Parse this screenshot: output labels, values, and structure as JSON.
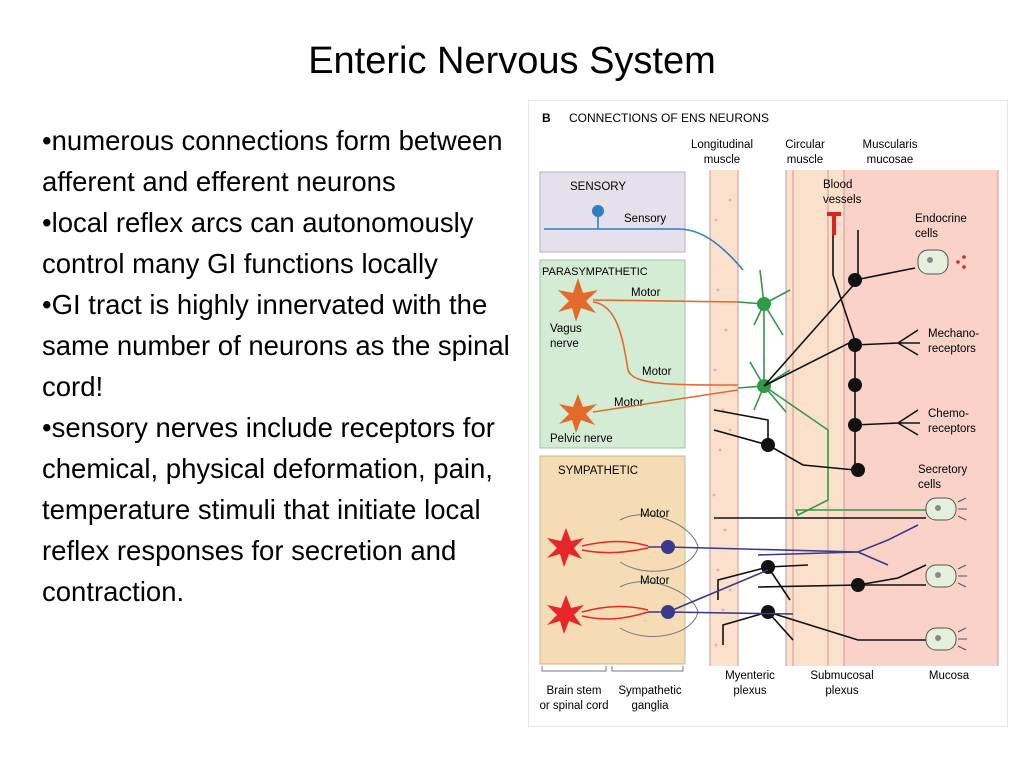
{
  "slide": {
    "title": "Enteric Nervous System",
    "bullets": [
      "•numerous connections form between afferent and efferent neurons",
      "•local reflex arcs can autonomously control many GI functions locally",
      "•GI tract is highly innervated with the same number of neurons as the spinal cord!",
      "•sensory nerves include receptors for chemical, physical deformation, pain, temperature stimuli that initiate local reflex responses for secretion and contraction."
    ]
  },
  "figure": {
    "panel_letter": "B",
    "title": "CONNECTIONS OF ENS NEURONS",
    "columns": {
      "longitudinal": [
        "Longitudinal",
        "muscle"
      ],
      "circular": [
        "Circular",
        "muscle"
      ],
      "muscularis": [
        "Muscularis",
        "mucosae"
      ]
    },
    "sections": {
      "sensory": "SENSORY",
      "parasympathetic": "PARASYMPATHETIC",
      "sympathetic": "SYMPATHETIC"
    },
    "labels": {
      "sensory_neuron": "Sensory",
      "motor": "Motor",
      "vagus": [
        "Vagus",
        "nerve"
      ],
      "pelvic": "Pelvic nerve",
      "blood_vessels": [
        "Blood",
        "vessels"
      ],
      "endocrine": [
        "Endocrine",
        "cells"
      ],
      "mechano": [
        "Mechano-",
        "receptors"
      ],
      "chemo": [
        "Chemo-",
        "receptors"
      ],
      "secretory": [
        "Secretory",
        "cells"
      ]
    },
    "bottom": {
      "brainstem": [
        "Brain stem",
        "or spinal cord"
      ],
      "sympathetic_ganglia": [
        "Sympathetic",
        "ganglia"
      ],
      "myenteric": [
        "Myenteric",
        "plexus"
      ],
      "submucosal": [
        "Submucosal",
        "plexus"
      ],
      "mucosa": "Mucosa"
    },
    "colors": {
      "sensory_bg": "#e6e0ec",
      "parasympathetic_bg": "#d3ecd3",
      "sympathetic_bg": "#f5dcb4",
      "muscle_bg": "#fbe0cc",
      "mucosa_bg": "#fad2c8",
      "sensory_line": "#2f7fc0",
      "parasympathetic_line": "#e46a2b",
      "enteric_green": "#2f9a48",
      "sympathetic_line": "#3a3a8c",
      "star_red": "#e8262a"
    }
  }
}
